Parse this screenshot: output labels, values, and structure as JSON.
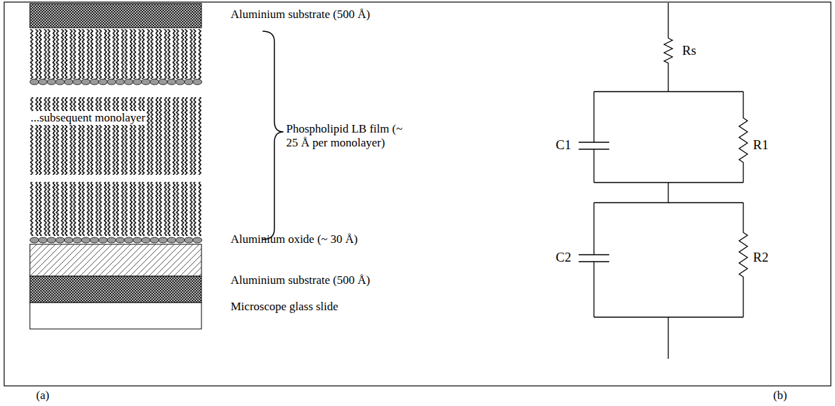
{
  "diagram": {
    "labels": [
      "Aluminium substrate (500 Å)",
      "...subsequent monolayer",
      "Phospholipid LB film (~ 25 Å per monolayer)",
      "Aluminium oxide (~ 30 Å)",
      "Aluminium substrate (500 Å)",
      "Microscope glass slide",
      "Rs",
      "C1",
      "R1",
      "C2",
      "R2",
      "(a)",
      "(b)"
    ]
  }
}
